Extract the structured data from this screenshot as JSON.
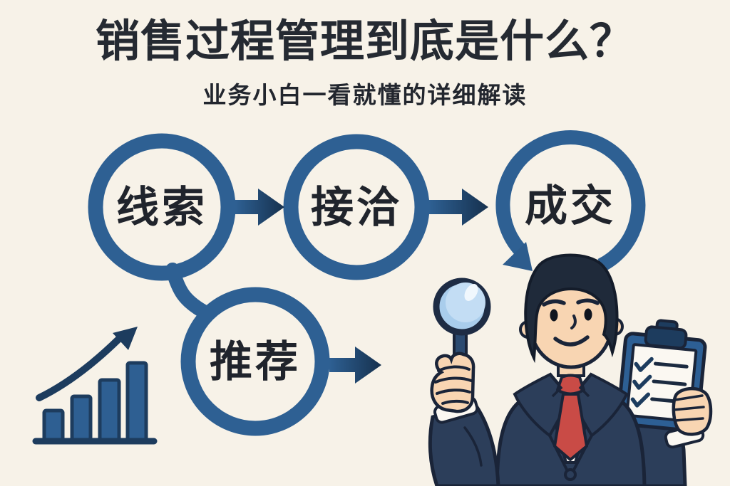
{
  "header": {
    "title": "销售过程管理到底是什么？",
    "subtitle": "业务小白一看就懂的详细解读"
  },
  "flow": {
    "steps": [
      {
        "id": "leads",
        "label": "线索"
      },
      {
        "id": "contact",
        "label": "接洽"
      },
      {
        "id": "deal",
        "label": "成交"
      },
      {
        "id": "referral",
        "label": "推荐"
      }
    ],
    "connections": [
      {
        "from": "leads",
        "to": "contact",
        "style": "straight-arrow"
      },
      {
        "from": "contact",
        "to": "deal",
        "style": "straight-arrow"
      },
      {
        "from": "deal",
        "to": "analysis",
        "style": "curved-cycle-arrow"
      },
      {
        "from": "leads",
        "to": "referral",
        "style": "link"
      },
      {
        "from": "referral",
        "to": "out",
        "style": "straight-arrow"
      }
    ]
  },
  "icons": {
    "growth_chart": {
      "name": "bar-chart-up-arrow-icon",
      "bars": 4,
      "trend": "up"
    },
    "magnifier": {
      "name": "magnifying-glass-icon"
    },
    "clipboard": {
      "name": "clipboard-checklist-icon",
      "checked_items": 3
    },
    "person": {
      "name": "businessman-suit-red-tie"
    }
  },
  "colors": {
    "background": "#f7f2e8",
    "ring_blue": "#2e6093",
    "arrow_navy": "#16314e",
    "dark_navy": "#1d3c5e",
    "bar_fill": "#2e5f92",
    "title_text": "#252a32",
    "suit_navy": "#2c3e5a",
    "tie_red": "#c94b46",
    "skin": "#f8d5b2",
    "lens_blue": "#b9d8f1",
    "paper_white": "#fbf8f2"
  }
}
